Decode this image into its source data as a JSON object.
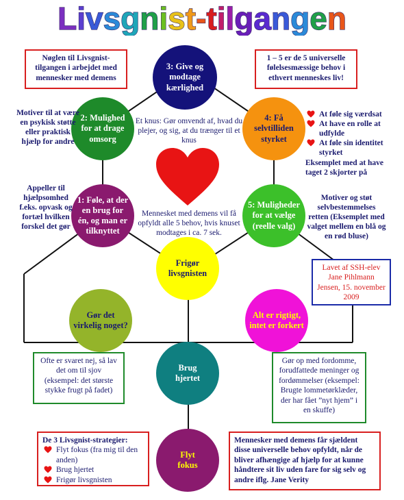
{
  "title": "Livsgnist-tilgangen",
  "title_colors": [
    "#7b2fbf",
    "#5b3fd0",
    "#3a5ad8",
    "#2b8ad8",
    "#1fa6b8",
    "#20a048",
    "#6cbf20",
    "#e8c21a",
    "#f09a1a",
    "#e8561a",
    "#d81e1e",
    "#c21e6a",
    "#9b1ea8",
    "#6a1eb8",
    "#5a2ad0",
    "#3a5ad8",
    "#2b8ad8",
    "#20a048",
    "#e8561a"
  ],
  "circles": {
    "c3": {
      "lines": [
        "3: Give og",
        "modtage",
        "kærlighed"
      ],
      "color": "#14127a",
      "text_color": "#ffffff"
    },
    "c2": {
      "lines": [
        "2: Mulighed",
        "for at drage",
        "omsorg"
      ],
      "color": "#1e8a2a",
      "text_color": "#ffffff"
    },
    "c4": {
      "lines": [
        "4: Få",
        "selvtilliden",
        "styrket"
      ],
      "color": "#f5920f",
      "text_color": "#1a1a6e"
    },
    "c1": {
      "lines": [
        "1: Føle, at der",
        "en brug for",
        "én, og man er",
        "tilknyttet"
      ],
      "color": "#8a1a6e",
      "text_color": "#ffffff"
    },
    "c5": {
      "lines": [
        "5: Muligheder",
        "for at vælge",
        "(reelle valg)"
      ],
      "color": "#3cc02a",
      "text_color": "#ffffff"
    },
    "center": {
      "lines": [
        "Frigør",
        "livsgnisten"
      ],
      "color": "#ffff00",
      "text_color": "#1a1a6e"
    },
    "gor": {
      "lines": [
        "Gør det",
        "virkelig noget?"
      ],
      "color": "#94b42a",
      "text_color": "#1a1a6e"
    },
    "alt": {
      "lines": [
        "Alt er rigtigt,",
        "intet er forkert"
      ],
      "color": "#f012d8",
      "text_color": "#ffff00"
    },
    "brug": {
      "lines": [
        "Brug",
        "hjertet"
      ],
      "color": "#0f7f80",
      "text_color": "#ffffff"
    },
    "flyt": {
      "lines": [
        "Flyt",
        "fokus"
      ],
      "color": "#8a1a6e",
      "text_color": "#ffff00"
    }
  },
  "boxes": {
    "top_left": "Nøglen til Livsgnist-tilgangen i arbejdet med mennesker med demens",
    "top_right": "1 – 5 er de 5 universelle følelsesmæssige behov i ethvert menneskes liv!",
    "made_by": "Lavet af SSH-elev Jane Pihlmann Jensen, 15. november 2009",
    "green_left": "Ofte er svaret nej, så lav det om til sjov (eksempel: det største stykke frugt på fadet)",
    "green_right": "Gør op med fordomme, forudfattede meninger og fordømmelser (eksempel: Brugte lommetørklæder, der har fået ”nyt hjem” i en skuffe)",
    "bottom_right": "Mennesker med demens får sjældent disse universelle behov opfyldt, når de bliver afhængige af hjælp for at kunne håndtere sit liv uden fare for sig selv og andre iflg. Jane Verity"
  },
  "strategies": {
    "heading": "De 3 Livsgnist-strategier:",
    "items": [
      "Flyt fokus (fra mig til den anden)",
      "Brug hjertet",
      "Frigør livsgnisten"
    ]
  },
  "texts": {
    "motiver_left": "Motiver til at være en psykisk støtte eller praktisk hjælp for andre",
    "appeller": "Appeller til hjælpsomhed f.eks. opvask og fortæl hvilken forskel det gør",
    "knus": "Et knus: Gør omvendt af, hvad du plejer, og sig, at du trænger til et knus",
    "behov": "Mennesket med demens vil få opfyldt alle 5 behov, hvis knuset modtages i ca. 7 sek.",
    "motiver_right": "Motiver og støt selvbestemmelses retten (Eksemplet med valget mellem en blå og en rød bluse)"
  },
  "feelings": {
    "items": [
      "At føle sig værdsat",
      "At have en rolle at udfylde",
      "At føle sin identitet styrket"
    ],
    "example": "Eksemplet med at have taget 2 skjorter på"
  },
  "heart_color": "#e81414",
  "line_color": "#111111"
}
